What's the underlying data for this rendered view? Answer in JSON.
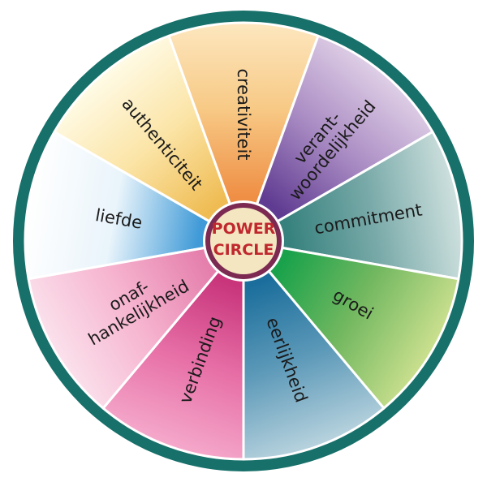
{
  "center": {
    "line1": "POWER",
    "line2": "CIRCLE"
  },
  "colors": {
    "ring": "#17706a",
    "divider": "#ffffff",
    "center_fill": "#f3e6c1",
    "center_ring": "#7c2a52",
    "center_text": "#c0282e"
  },
  "segments": [
    {
      "lines": [
        "liefde"
      ],
      "colors": [
        "#ffffff",
        "#e9f4fb",
        "#3f9ad7"
      ]
    },
    {
      "lines": [
        "authenticiteit"
      ],
      "colors": [
        "#fffbe6",
        "#fbe4a6",
        "#efbc53"
      ]
    },
    {
      "lines": [
        "creativiteit"
      ],
      "colors": [
        "#fde7bf",
        "#f7c985",
        "#ef8f45"
      ]
    },
    {
      "lines": [
        "verant-",
        "woordelijkheid"
      ],
      "colors": [
        "#dfcfe6",
        "#a98bc3",
        "#5f3b91"
      ]
    },
    {
      "lines": [
        "commitment"
      ],
      "colors": [
        "#cfe1df",
        "#79aaa9",
        "#36817d"
      ]
    },
    {
      "lines": [
        "groei"
      ],
      "colors": [
        "#cbe08f",
        "#73b860",
        "#19a24b"
      ]
    },
    {
      "lines": [
        "eerlijkheid"
      ],
      "colors": [
        "#b8d3de",
        "#5e9ab9",
        "#1b6e9c"
      ]
    },
    {
      "lines": [
        "verbinding"
      ],
      "colors": [
        "#f5a9cb",
        "#e770a7",
        "#c8357b"
      ]
    },
    {
      "lines": [
        "onaf-",
        "hankelijkheid"
      ],
      "colors": [
        "#fbe1ec",
        "#f6b4cf",
        "#e580ad"
      ]
    }
  ]
}
